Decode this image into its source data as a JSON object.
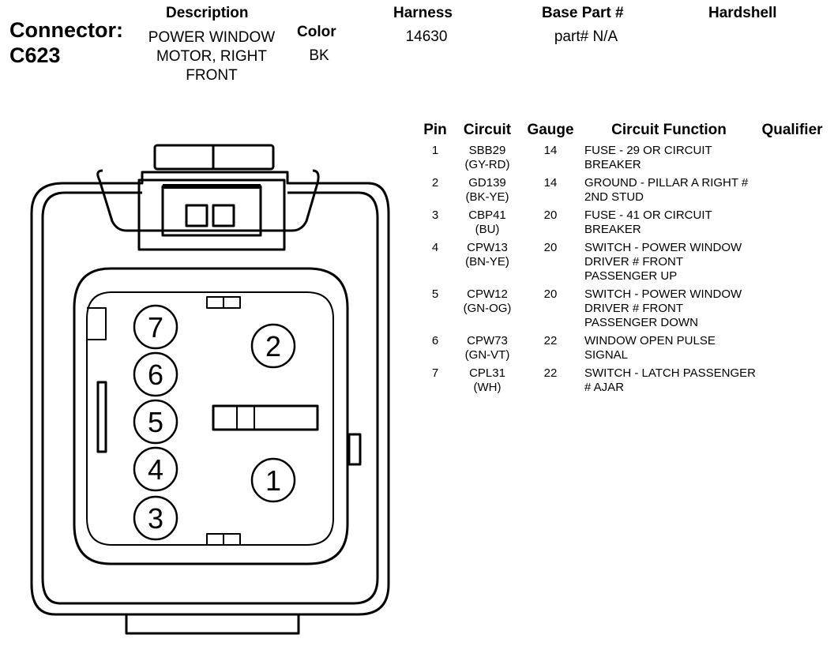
{
  "connector": {
    "label": "Connector:",
    "id": "C623"
  },
  "header": {
    "description_label": "Description",
    "description_value": "POWER WINDOW MOTOR, RIGHT FRONT",
    "color_label": "Color",
    "color_value": "BK",
    "harness_label": "Harness",
    "harness_value": "14630",
    "base_part_label": "Base Part #",
    "base_part_value": "part# N/A",
    "hardshell_label": "Hardshell",
    "hardshell_value": ""
  },
  "pin_table": {
    "columns": [
      "Pin",
      "Circuit",
      "Gauge",
      "Circuit Function",
      "Qualifier"
    ],
    "rows": [
      {
        "pin": "1",
        "circuit": "SBB29",
        "color": "(GY-RD)",
        "gauge": "14",
        "function": "FUSE - 29 OR CIRCUIT BREAKER",
        "qualifier": ""
      },
      {
        "pin": "2",
        "circuit": "GD139",
        "color": "(BK-YE)",
        "gauge": "14",
        "function": "GROUND - PILLAR A RIGHT # 2ND STUD",
        "qualifier": ""
      },
      {
        "pin": "3",
        "circuit": "CBP41",
        "color": "(BU)",
        "gauge": "20",
        "function": "FUSE - 41 OR CIRCUIT BREAKER",
        "qualifier": ""
      },
      {
        "pin": "4",
        "circuit": "CPW13",
        "color": "(BN-YE)",
        "gauge": "20",
        "function": "SWITCH - POWER WINDOW DRIVER # FRONT PASSENGER UP",
        "qualifier": ""
      },
      {
        "pin": "5",
        "circuit": "CPW12",
        "color": "(GN-OG)",
        "gauge": "20",
        "function": "SWITCH - POWER WINDOW DRIVER # FRONT PASSENGER DOWN",
        "qualifier": ""
      },
      {
        "pin": "6",
        "circuit": "CPW73",
        "color": "(GN-VT)",
        "gauge": "22",
        "function": "WINDOW OPEN PULSE SIGNAL",
        "qualifier": ""
      },
      {
        "pin": "7",
        "circuit": "CPL31",
        "color": "(WH)",
        "gauge": "22",
        "function": "SWITCH - LATCH PASSENGER # AJAR",
        "qualifier": ""
      }
    ]
  },
  "diagram": {
    "pins": [
      "1",
      "2",
      "3",
      "4",
      "5",
      "6",
      "7"
    ]
  }
}
